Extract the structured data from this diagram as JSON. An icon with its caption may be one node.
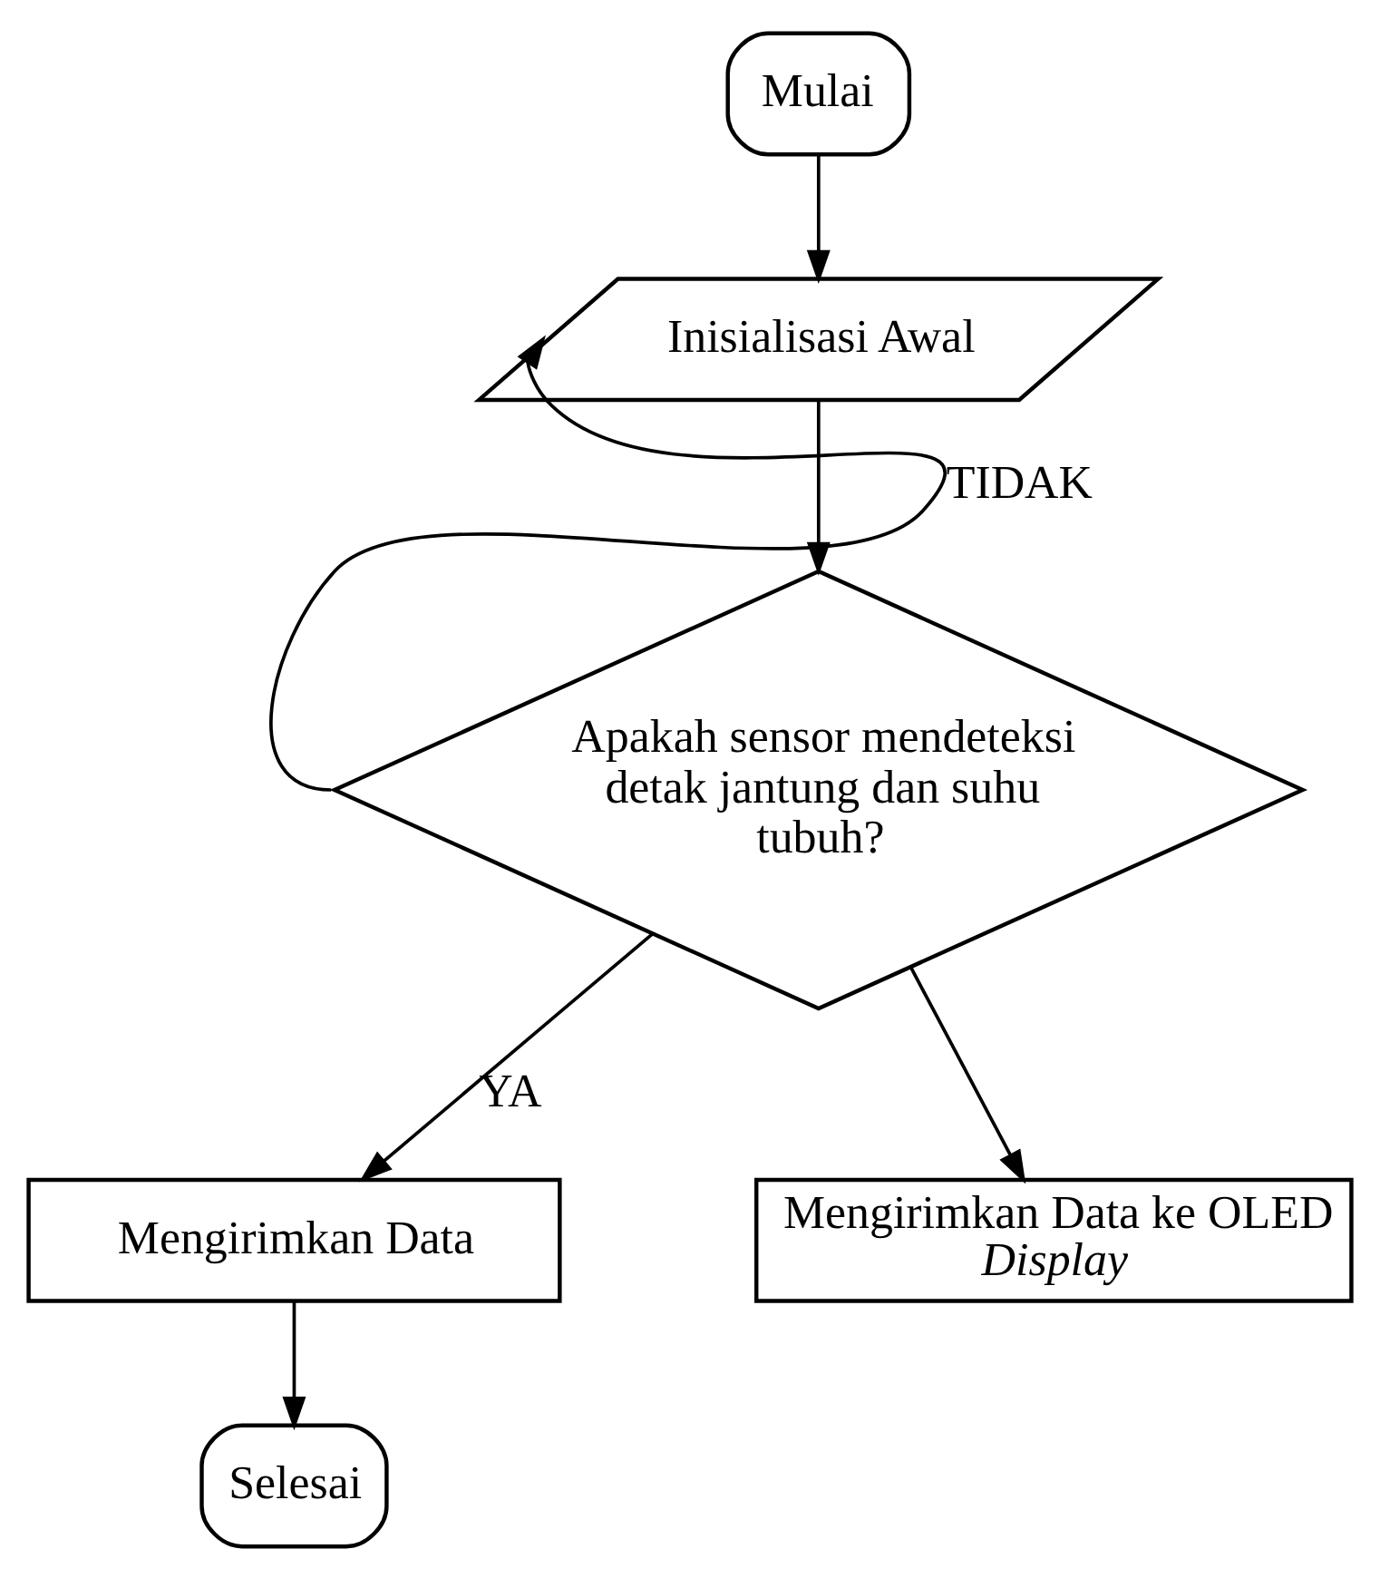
{
  "diagram": {
    "nodes": [
      {
        "text": [
          "Mulai"
        ]
      },
      {
        "text": [
          "Inisialisasi Awal"
        ]
      },
      {
        "text": [
          "Apakah sensor mendeteksi detak jantung dan suhu tubuh?"
        ]
      },
      {
        "text": [
          "Mengirimkan Data"
        ]
      },
      {
        "text": [
          "Mengirimkan Data ke OLED *Display*"
        ]
      },
      {
        "text": [
          "Selesai"
        ]
      }
    ],
    "edges": [
      {
        "from": 0,
        "to": 1,
        "arrow": "to"
      },
      {
        "from": 1,
        "to": 2,
        "arrow": "to"
      },
      {
        "from": 2,
        "to": 1,
        "arrow": "to",
        "label": "TIDAK"
      },
      {
        "from": 2,
        "to": 3,
        "arrow": "to",
        "label": "YA"
      },
      {
        "from": 2,
        "to": 4,
        "arrow": "to"
      },
      {
        "from": 3,
        "to": 5,
        "arrow": "to"
      }
    ]
  }
}
